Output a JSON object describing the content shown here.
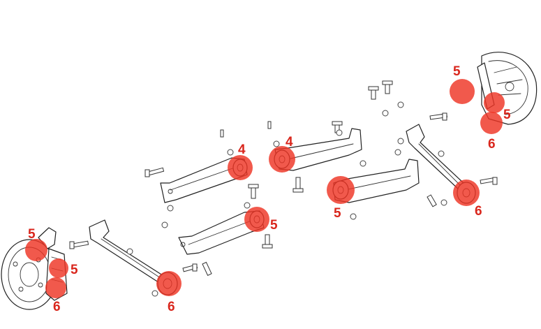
{
  "colors": {
    "highlight": "#ee3524",
    "label": "#d9261c",
    "line": "#222222",
    "background": "#ffffff"
  },
  "callouts": [
    {
      "id": "left-hub-top",
      "number": "5"
    },
    {
      "id": "left-hub-mid",
      "number": "5"
    },
    {
      "id": "left-hub-bottom",
      "number": "6"
    },
    {
      "id": "left-rod-end",
      "number": "6"
    },
    {
      "id": "upper-left-arm",
      "number": "4"
    },
    {
      "id": "lower-left-arm",
      "number": "5"
    },
    {
      "id": "upper-right-arm",
      "number": "4"
    },
    {
      "id": "lower-right-arm",
      "number": "5"
    },
    {
      "id": "right-rod-end",
      "number": "6"
    },
    {
      "id": "right-hub-top",
      "number": "5"
    },
    {
      "id": "right-hub-mid",
      "number": "5"
    },
    {
      "id": "right-hub-bottom",
      "number": "6"
    }
  ]
}
